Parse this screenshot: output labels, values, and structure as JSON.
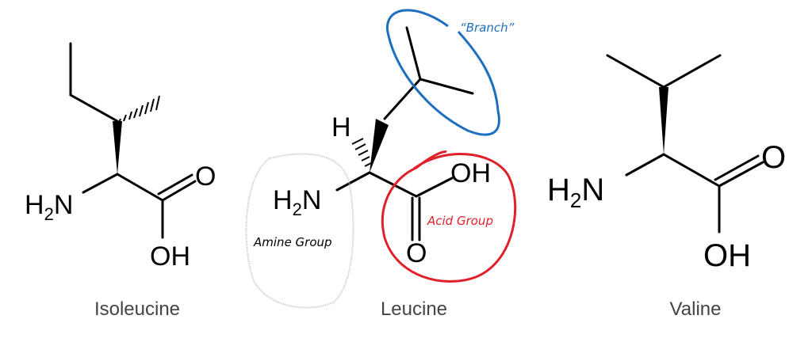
{
  "molecules": [
    {
      "name": "Isoleucine",
      "amine": "H",
      "amine_sub": "2",
      "amine_n": "N",
      "carbonyl_o": "O",
      "hydroxyl": "OH"
    },
    {
      "name": "Leucine",
      "amine": "H",
      "amine_sub": "2",
      "amine_n": "N",
      "carbonyl_o": "O",
      "hydroxyl": "OH",
      "hydrogen": "H"
    },
    {
      "name": "Valine",
      "amine": "H",
      "amine_sub": "2",
      "amine_n": "N",
      "carbonyl_o": "O",
      "hydroxyl": "OH"
    }
  ],
  "annotations": {
    "branch": {
      "label": "“Branch”",
      "color": "#1f6fc0"
    },
    "acid": {
      "label": "Acid Group",
      "color": "#e0202a"
    },
    "amine": {
      "label": "Amine Group",
      "color": "#000000",
      "outline": "#c8c8c8"
    }
  }
}
